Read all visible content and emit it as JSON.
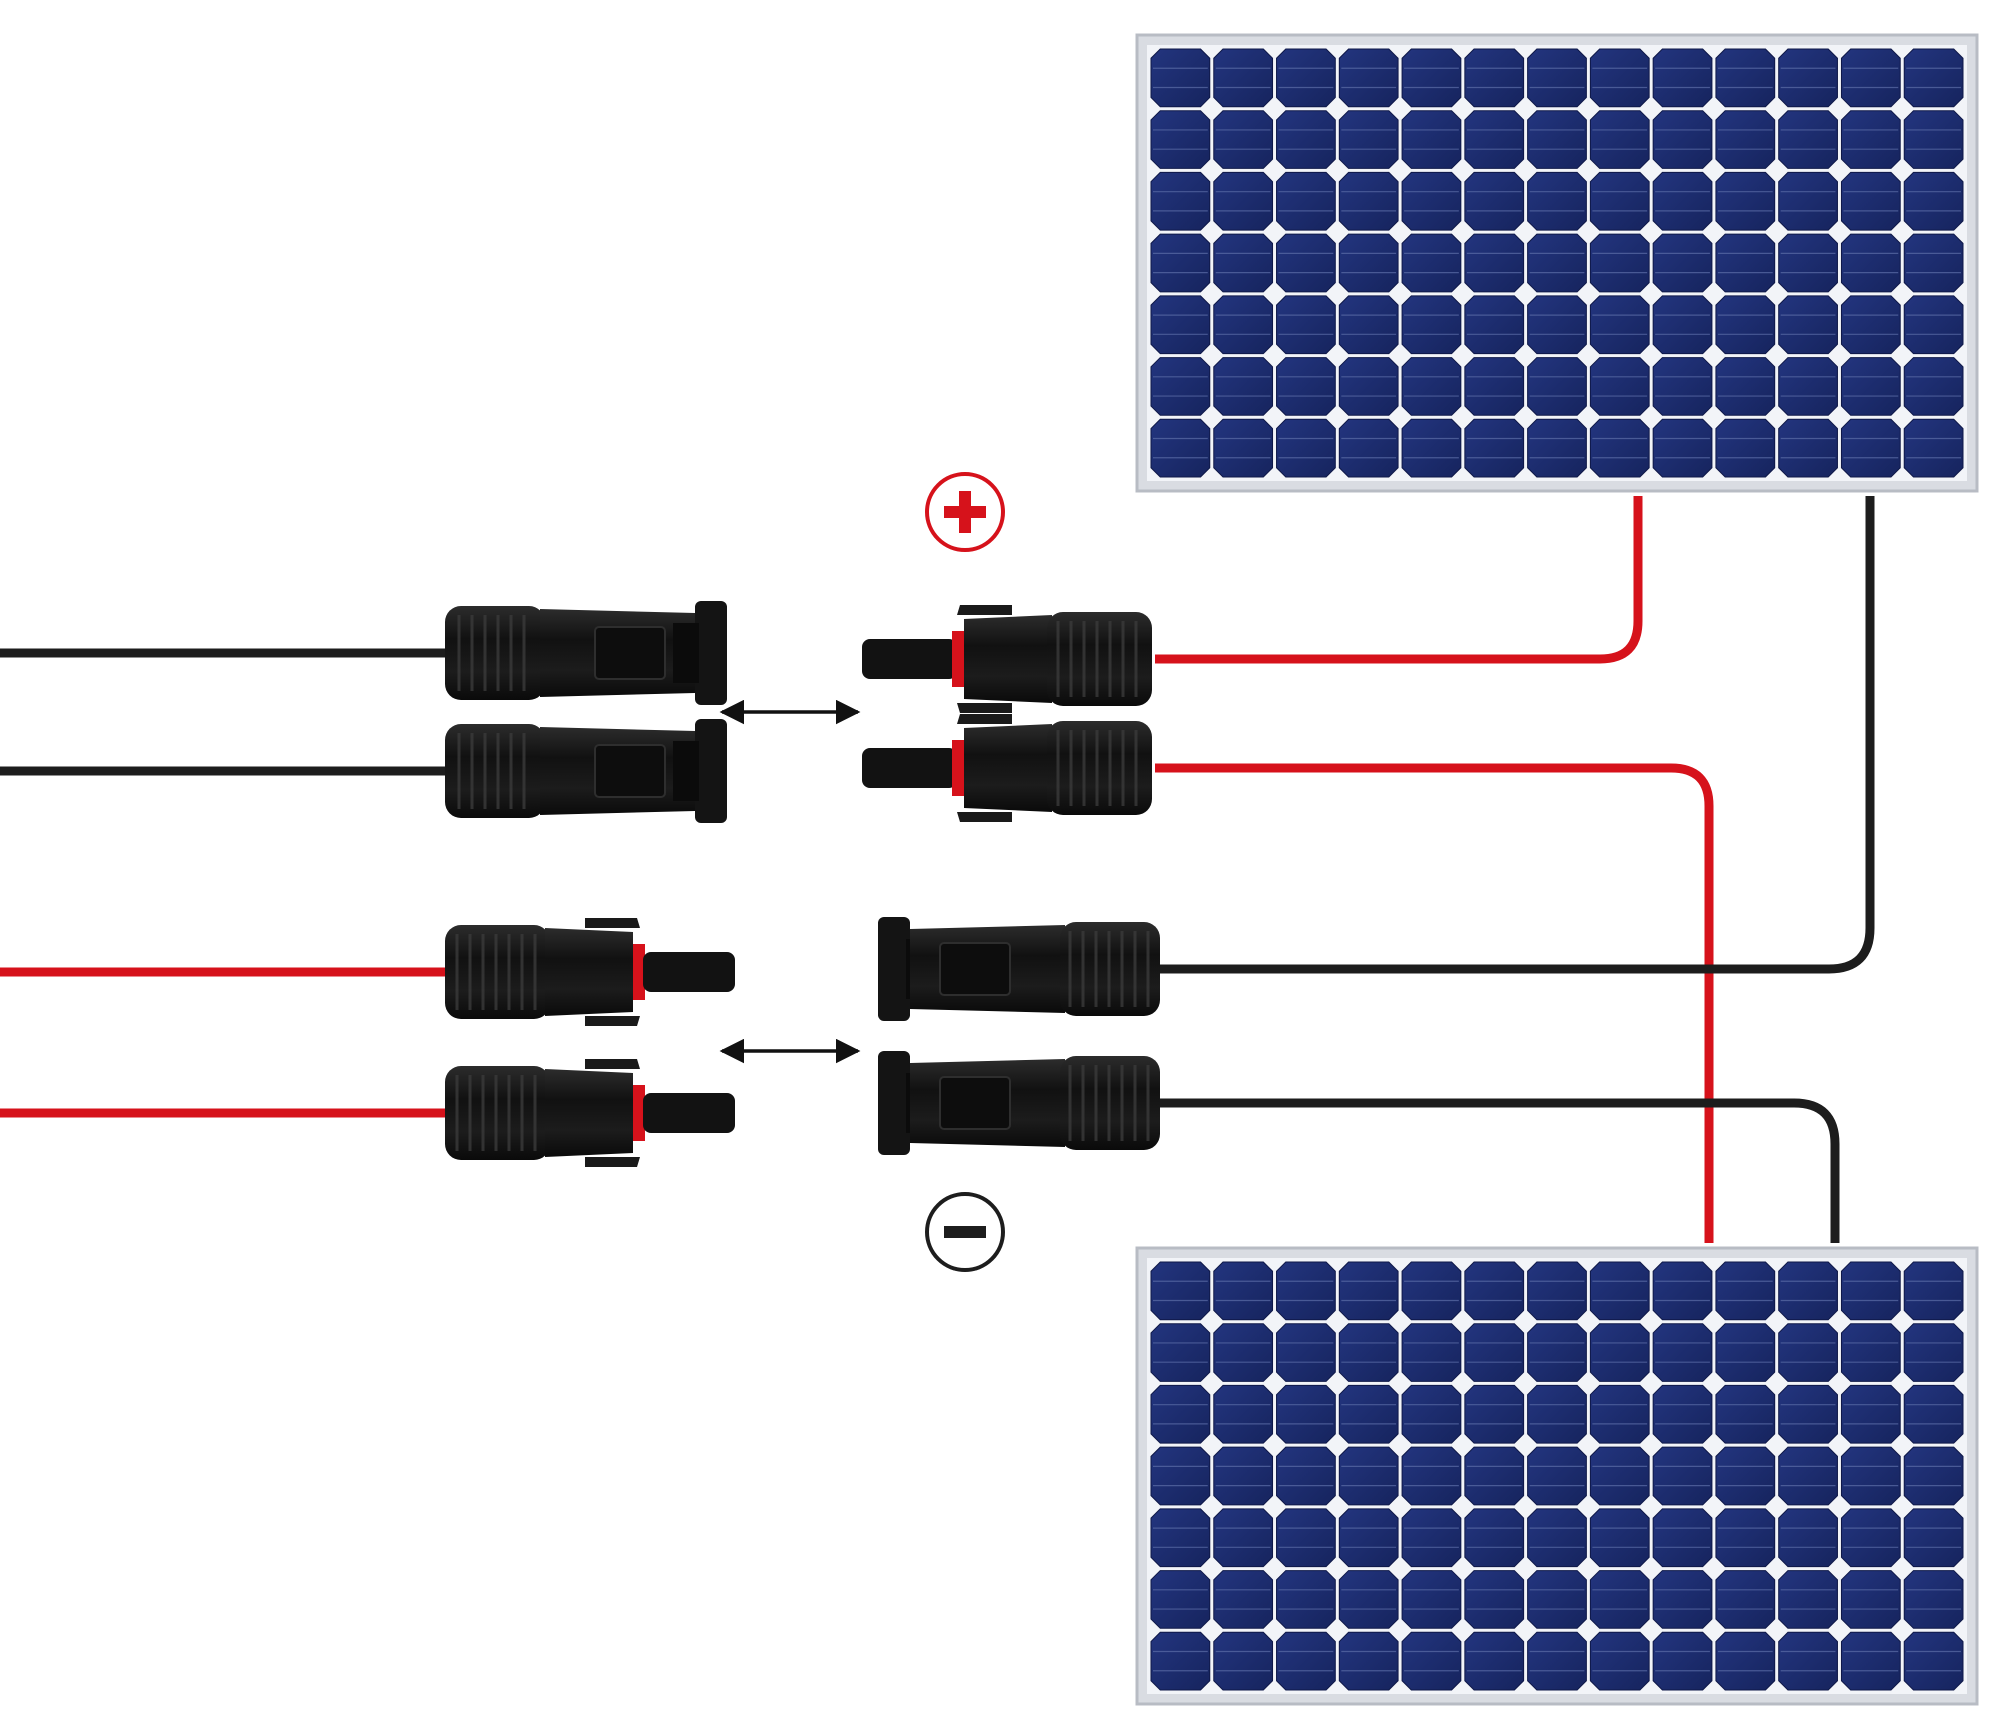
{
  "polarity": {
    "positive_symbol": "+",
    "negative_symbol": "−"
  },
  "panels": [
    {
      "name": "top-solar-panel",
      "rows": 7,
      "columns": 13
    },
    {
      "name": "bottom-solar-panel",
      "rows": 7,
      "columns": 13
    }
  ],
  "connector_groups": [
    {
      "name": "left-black-female-pair",
      "type": "female",
      "count": 2,
      "cable": "black"
    },
    {
      "name": "right-red-male-pair",
      "type": "male",
      "count": 2,
      "cable": "red"
    },
    {
      "name": "left-red-male-pair",
      "type": "male",
      "count": 2,
      "cable": "red"
    },
    {
      "name": "right-black-female-pair",
      "type": "female",
      "count": 2,
      "cable": "black"
    }
  ],
  "colors": {
    "positive": "#d6121b",
    "negative": "#1d1d1d",
    "cell": "#1b2a6e",
    "cell_edge": "#0f1848",
    "panel_frame": "#d9dce2",
    "panel_gap": "#f2f4f8",
    "connector": "#161616",
    "connector_light": "#3a3a3a"
  },
  "icons": [
    "plus-circle-icon",
    "minus-circle-icon",
    "double-arrow-icon"
  ]
}
